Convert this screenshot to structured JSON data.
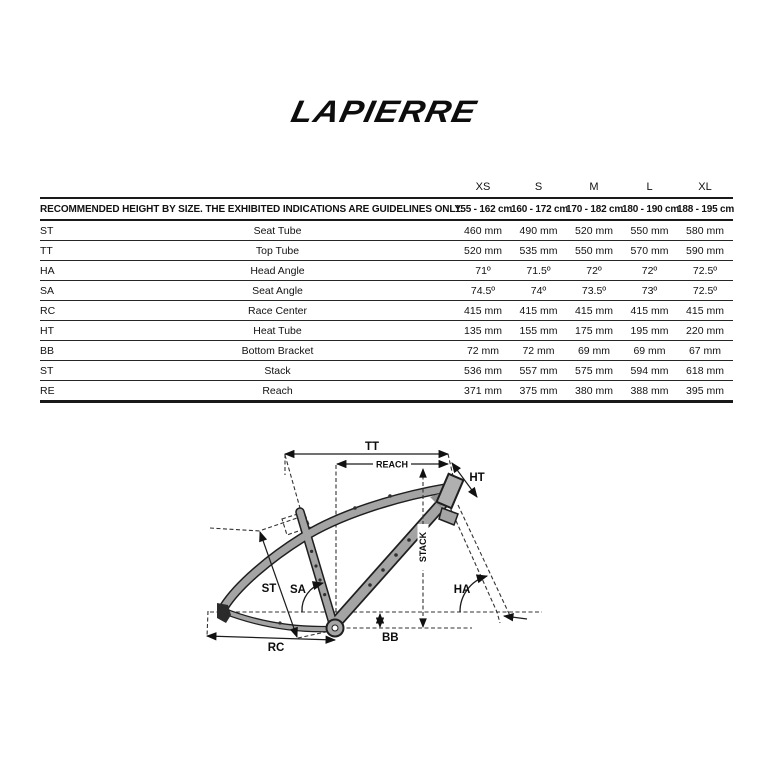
{
  "brand": {
    "logo_text": "LAPIERRE"
  },
  "table": {
    "size_labels": [
      "XS",
      "S",
      "M",
      "L",
      "XL"
    ],
    "recommended_note": "RECOMMENDED HEIGHT BY SIZE.  THE EXHIBITED INDICATIONS ARE GUIDELINES ONLY.",
    "height_ranges": [
      "155 - 162 cm",
      "160 - 172 cm",
      "170 - 182 cm",
      "180 - 190 cm",
      "188 - 195 cm"
    ],
    "rows": [
      {
        "abbr": "ST",
        "name": "Seat Tube",
        "values": [
          "460 mm",
          "490 mm",
          "520 mm",
          "550 mm",
          "580 mm"
        ]
      },
      {
        "abbr": "TT",
        "name": "Top Tube",
        "values": [
          "520 mm",
          "535 mm",
          "550 mm",
          "570 mm",
          "590 mm"
        ]
      },
      {
        "abbr": "HA",
        "name": "Head Angle",
        "values": [
          "71º",
          "71.5º",
          "72º",
          "72º",
          "72.5º"
        ]
      },
      {
        "abbr": "SA",
        "name": "Seat Angle",
        "values": [
          "74.5º",
          "74º",
          "73.5º",
          "73º",
          "72.5º"
        ]
      },
      {
        "abbr": "RC",
        "name": "Race Center",
        "values": [
          "415 mm",
          "415 mm",
          "415 mm",
          "415 mm",
          "415 mm"
        ]
      },
      {
        "abbr": "HT",
        "name": "Heat Tube",
        "values": [
          "135 mm",
          "155 mm",
          "175 mm",
          "195 mm",
          "220 mm"
        ]
      },
      {
        "abbr": "BB",
        "name": "Bottom Bracket",
        "values": [
          "72 mm",
          "72 mm",
          "69 mm",
          "69 mm",
          "67 mm"
        ]
      },
      {
        "abbr": "ST",
        "name": "Stack",
        "values": [
          "536 mm",
          "557 mm",
          "575 mm",
          "594 mm",
          "618 mm"
        ]
      },
      {
        "abbr": "RE",
        "name": "Reach",
        "values": [
          "371 mm",
          "375 mm",
          "380 mm",
          "388 mm",
          "395 mm"
        ]
      }
    ]
  },
  "diagram": {
    "labels": {
      "tt": "TT",
      "reach": "REACH",
      "ht": "HT",
      "st": "ST",
      "sa": "SA",
      "stack": "STACK",
      "ha": "HA",
      "rc": "RC",
      "bb": "BB"
    },
    "frame_color": "#a4a4a4",
    "outline_color": "#1f1f1f"
  }
}
